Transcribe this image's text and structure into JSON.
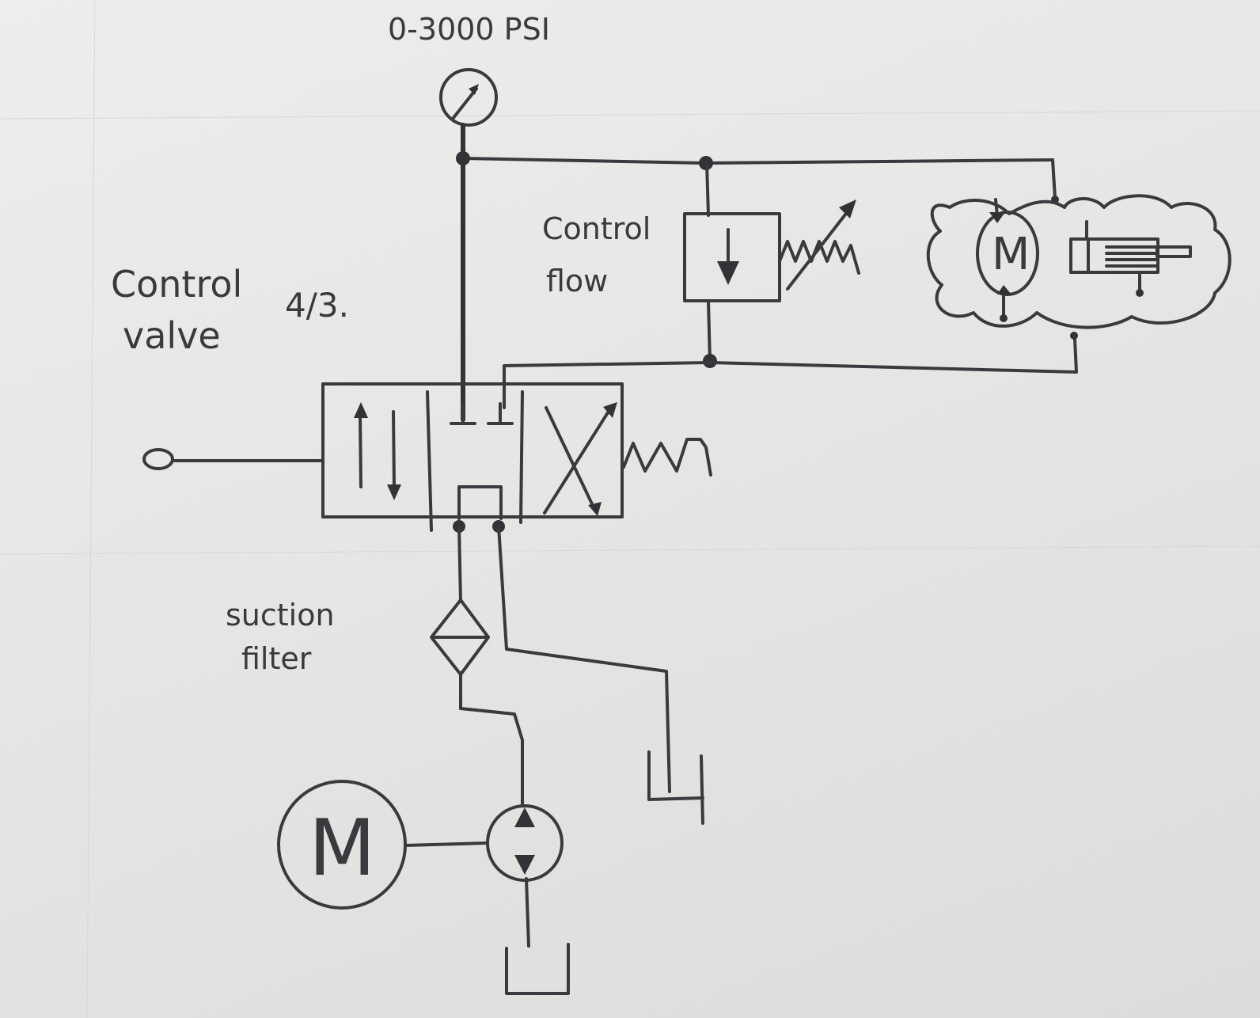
{
  "labels": {
    "gauge_range": "0-3000 PSI",
    "control_flow_line1": "Control",
    "control_flow_line2": "flow",
    "control_valve_line1": "Control",
    "control_valve_line2": "valve",
    "valve_type": "4/3.",
    "suction_filter_line1": "suction",
    "suction_filter_line2": "filter",
    "actuator_motor_letter": "M",
    "drive_motor_letter": "M"
  },
  "colors": {
    "ink": "#3a3a3e",
    "paper": "#e6e6e4"
  }
}
